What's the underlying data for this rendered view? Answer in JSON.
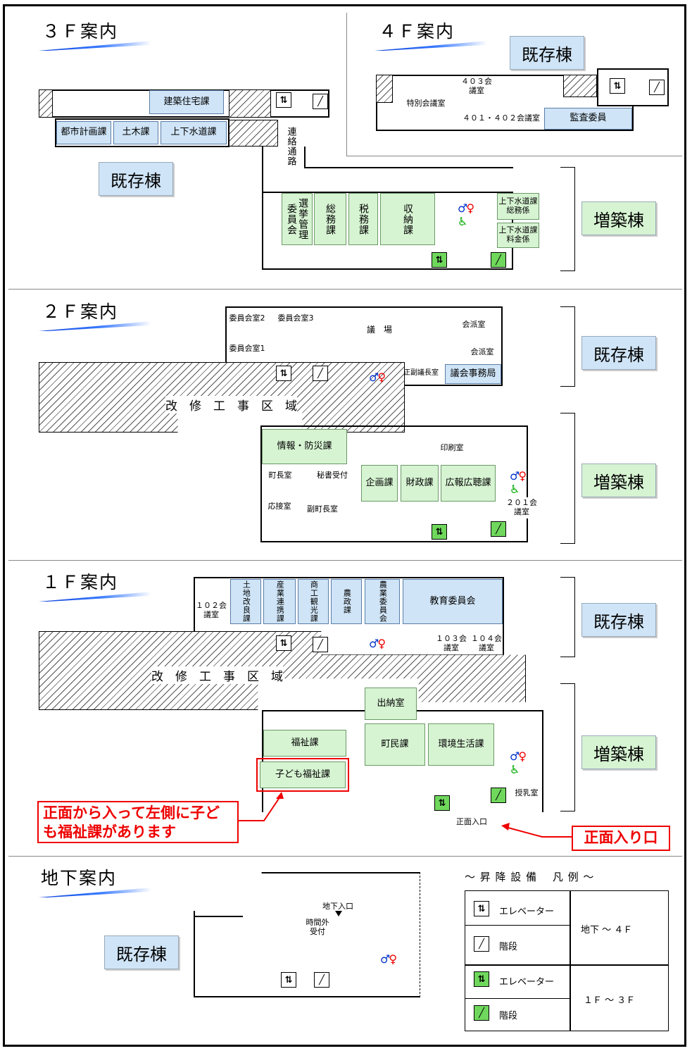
{
  "floors": {
    "f3": {
      "title": "３Ｆ案内",
      "existing": "既存棟",
      "extension": "増築棟",
      "rooms": {
        "kenchiku": "建築住宅課",
        "toshi": "都市計画課",
        "doboku": "土木課",
        "jouge": "上下水道課",
        "renraku": "連絡通路",
        "senkyo": "選挙管理委員会",
        "somu": "総務課",
        "zeimu": "税務課",
        "shuno": "収納課",
        "jouge_somu": "上下水道課総務係",
        "jouge_ryokin": "上下水道課料金係"
      }
    },
    "f4": {
      "title": "４Ｆ案内",
      "existing": "既存棟",
      "rooms": {
        "tokubetsu": "特別会議室",
        "r403": "４０３会議室",
        "r401": "４０１・４０２会議室",
        "kansa": "監査委員"
      }
    },
    "f2": {
      "title": "２Ｆ案内",
      "existing": "既存棟",
      "extension": "増築棟",
      "renovation": "改　修　工　事　区　域",
      "rooms": {
        "iinkai2": "委員会室2",
        "iinkai3": "委員会室3",
        "iinkai1": "委員会室1",
        "gijo": "議　場",
        "kaiha1": "会派室",
        "kaiha2": "会派室",
        "seifuku": "正副議長室",
        "gikai": "議会事務局",
        "joho": "情報・防災課",
        "chocho": "町長室",
        "hisho": "秘書受付",
        "osetsu": "応接室",
        "fukucho": "副町長室",
        "insatsu": "印刷室",
        "kikaku": "企画課",
        "zaisei": "財政課",
        "koho": "広報広聴課",
        "r201": "２０１会議室"
      }
    },
    "f1": {
      "title": "１Ｆ案内",
      "existing": "既存棟",
      "extension": "増築棟",
      "renovation": "改　修　工　事　区　域",
      "rooms": {
        "r102": "１０２会議室",
        "tochi": "土地改良課",
        "sangyo": "産業連携課",
        "shoko": "商工観光課",
        "nosei": "農政課",
        "nogyo": "農業委員会",
        "kyoiku": "教育委員会",
        "r103": "１０３会議室",
        "r104": "１０４会議室",
        "suito": "出納室",
        "fukushi": "福祉課",
        "kodomo": "子ども福祉課",
        "chomin": "町民課",
        "kankyo": "環境生活課",
        "junyu": "授乳室",
        "shomen_small": "正面入口"
      },
      "callout": "正面から入って左側に子ども福祉課があります",
      "entrance": "正面入り口"
    },
    "b1": {
      "title": "地下案内",
      "existing": "既存棟",
      "rooms": {
        "chika_iriguchi": "地下入口",
        "jikangai": "時間外受付"
      }
    }
  },
  "legend": {
    "title": "～ 昇 降 設 備　 凡 例 ～",
    "elevator": "エレベーター",
    "stairs": "階段",
    "range1": "地下 ～ ４Ｆ",
    "range2": "１Ｆ ～ ３Ｆ"
  },
  "icons": {
    "elevator": "elevator-icon",
    "stairs": "stairs-icon",
    "restroom": "restroom-icon"
  },
  "colors": {
    "existing": "#cfe4f6",
    "extension": "#d6f3d2",
    "accent_red": "#e00000",
    "green_icon": "#6fd85c"
  }
}
